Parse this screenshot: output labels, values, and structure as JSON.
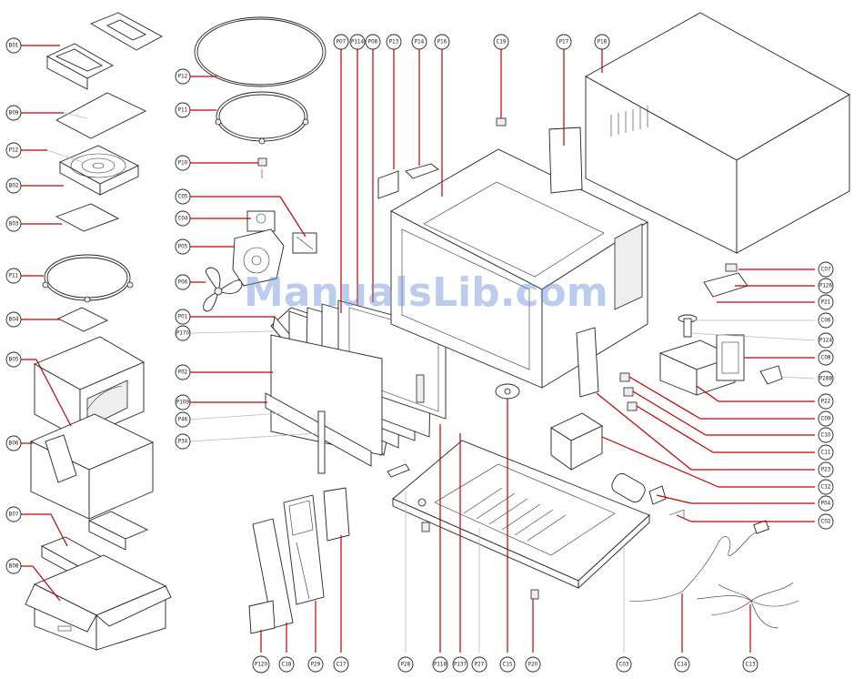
{
  "watermark": "ManualsLib.com",
  "labels": [
    {
      "id": "l1",
      "text": "B01"
    },
    {
      "id": "l2",
      "text": "B09"
    },
    {
      "id": "l3",
      "text": "P12"
    },
    {
      "id": "l4",
      "text": "B02"
    },
    {
      "id": "l5",
      "text": "B03"
    },
    {
      "id": "l6",
      "text": "P11"
    },
    {
      "id": "l7",
      "text": "B04"
    },
    {
      "id": "l8",
      "text": "B05"
    },
    {
      "id": "l9",
      "text": "B06"
    },
    {
      "id": "l10",
      "text": "B07"
    },
    {
      "id": "l11",
      "text": "B08"
    },
    {
      "id": "l12",
      "text": "P12"
    },
    {
      "id": "l13",
      "text": "P11"
    },
    {
      "id": "l14",
      "text": "P10"
    },
    {
      "id": "l15",
      "text": "C05"
    },
    {
      "id": "l16",
      "text": "C04"
    },
    {
      "id": "l17",
      "text": "P05"
    },
    {
      "id": "l18",
      "text": "P06"
    },
    {
      "id": "l19",
      "text": "P01"
    },
    {
      "id": "l20",
      "text": "P170"
    },
    {
      "id": "l21",
      "text": "P02"
    },
    {
      "id": "l22",
      "text": "P109"
    },
    {
      "id": "l23",
      "text": "P46"
    },
    {
      "id": "l24",
      "text": "P34"
    },
    {
      "id": "l25",
      "text": "P07"
    },
    {
      "id": "l26",
      "text": "P114"
    },
    {
      "id": "l27",
      "text": "P08"
    },
    {
      "id": "l28",
      "text": "P13"
    },
    {
      "id": "l29",
      "text": "P14"
    },
    {
      "id": "l30",
      "text": "P16"
    },
    {
      "id": "l31",
      "text": "C19"
    },
    {
      "id": "l32",
      "text": "P17"
    },
    {
      "id": "l33",
      "text": "P18"
    },
    {
      "id": "l34",
      "text": "C07"
    },
    {
      "id": "l35",
      "text": "P126"
    },
    {
      "id": "l36",
      "text": "P21"
    },
    {
      "id": "l37",
      "text": "C06"
    },
    {
      "id": "l38",
      "text": "P124"
    },
    {
      "id": "l39",
      "text": "C08"
    },
    {
      "id": "l40",
      "text": "P288"
    },
    {
      "id": "l41",
      "text": "P22"
    },
    {
      "id": "l42",
      "text": "C09"
    },
    {
      "id": "l43",
      "text": "C10"
    },
    {
      "id": "l44",
      "text": "C11"
    },
    {
      "id": "l45",
      "text": "P23"
    },
    {
      "id": "l46",
      "text": "C12"
    },
    {
      "id": "l47",
      "text": "P04"
    },
    {
      "id": "l48",
      "text": "C02"
    },
    {
      "id": "l49",
      "text": "P120"
    },
    {
      "id": "l50",
      "text": "C18"
    },
    {
      "id": "l51",
      "text": "P29"
    },
    {
      "id": "l52",
      "text": "C17"
    },
    {
      "id": "l53",
      "text": "P28"
    },
    {
      "id": "l54",
      "text": "P118"
    },
    {
      "id": "l55",
      "text": "P137"
    },
    {
      "id": "l56",
      "text": "P27"
    },
    {
      "id": "l57",
      "text": "C15"
    },
    {
      "id": "l58",
      "text": "P20"
    },
    {
      "id": "l59",
      "text": "C03"
    },
    {
      "id": "l60",
      "text": "C14"
    },
    {
      "id": "l61",
      "text": "C13"
    }
  ]
}
